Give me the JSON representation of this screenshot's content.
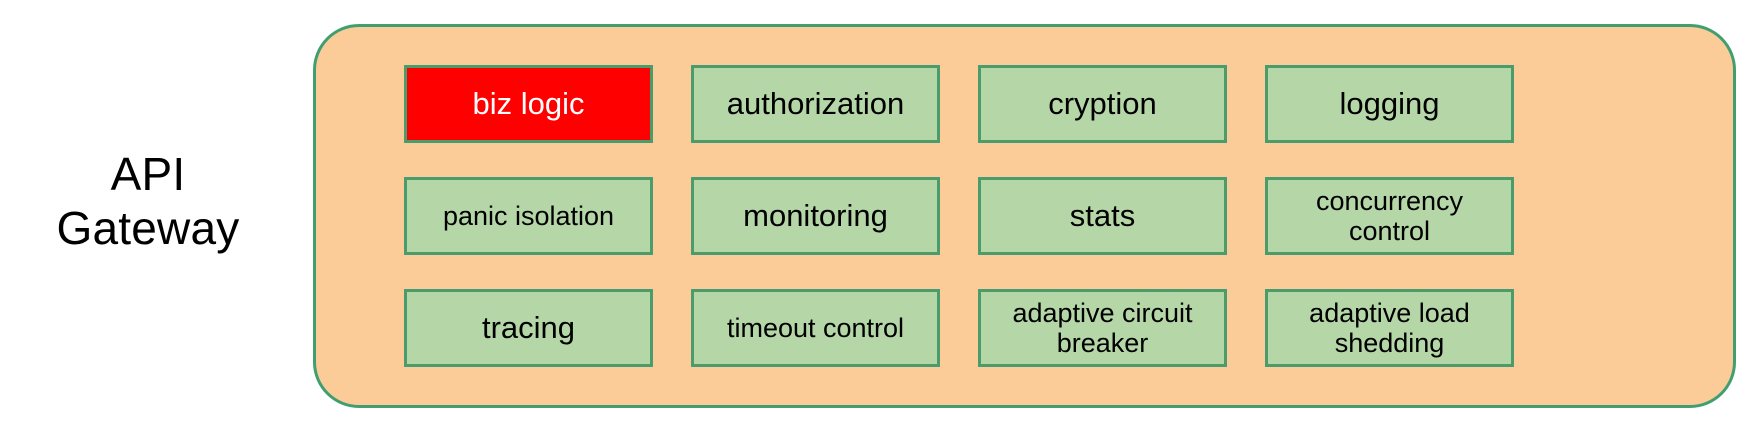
{
  "diagram": {
    "side_label": "API\nGateway",
    "colors": {
      "panel_fill": "#fbcb98",
      "panel_border": "#3f9f70",
      "box_fill": "#b5d6a7",
      "box_border": "#4a9c6d",
      "highlight_fill": "#ff0000",
      "highlight_text": "#ffffff",
      "text": "#000000",
      "background": "#ffffff"
    },
    "grid": {
      "rows": 3,
      "columns": 4,
      "boxes": [
        {
          "label": "biz logic",
          "highlight": true,
          "lines": 1,
          "size": "normal"
        },
        {
          "label": "authorization",
          "highlight": false,
          "lines": 1,
          "size": "normal"
        },
        {
          "label": "cryption",
          "highlight": false,
          "lines": 1,
          "size": "normal"
        },
        {
          "label": "logging",
          "highlight": false,
          "lines": 1,
          "size": "normal"
        },
        {
          "label": "panic isolation",
          "highlight": false,
          "lines": 1,
          "size": "small"
        },
        {
          "label": "monitoring",
          "highlight": false,
          "lines": 1,
          "size": "normal"
        },
        {
          "label": "stats",
          "highlight": false,
          "lines": 1,
          "size": "normal"
        },
        {
          "label": "concurrency\ncontrol",
          "highlight": false,
          "lines": 2,
          "size": "small"
        },
        {
          "label": "tracing",
          "highlight": false,
          "lines": 1,
          "size": "normal"
        },
        {
          "label": "timeout control",
          "highlight": false,
          "lines": 1,
          "size": "small"
        },
        {
          "label": "adaptive circuit\nbreaker",
          "highlight": false,
          "lines": 2,
          "size": "small"
        },
        {
          "label": "adaptive load\nshedding",
          "highlight": false,
          "lines": 2,
          "size": "small"
        }
      ]
    }
  }
}
